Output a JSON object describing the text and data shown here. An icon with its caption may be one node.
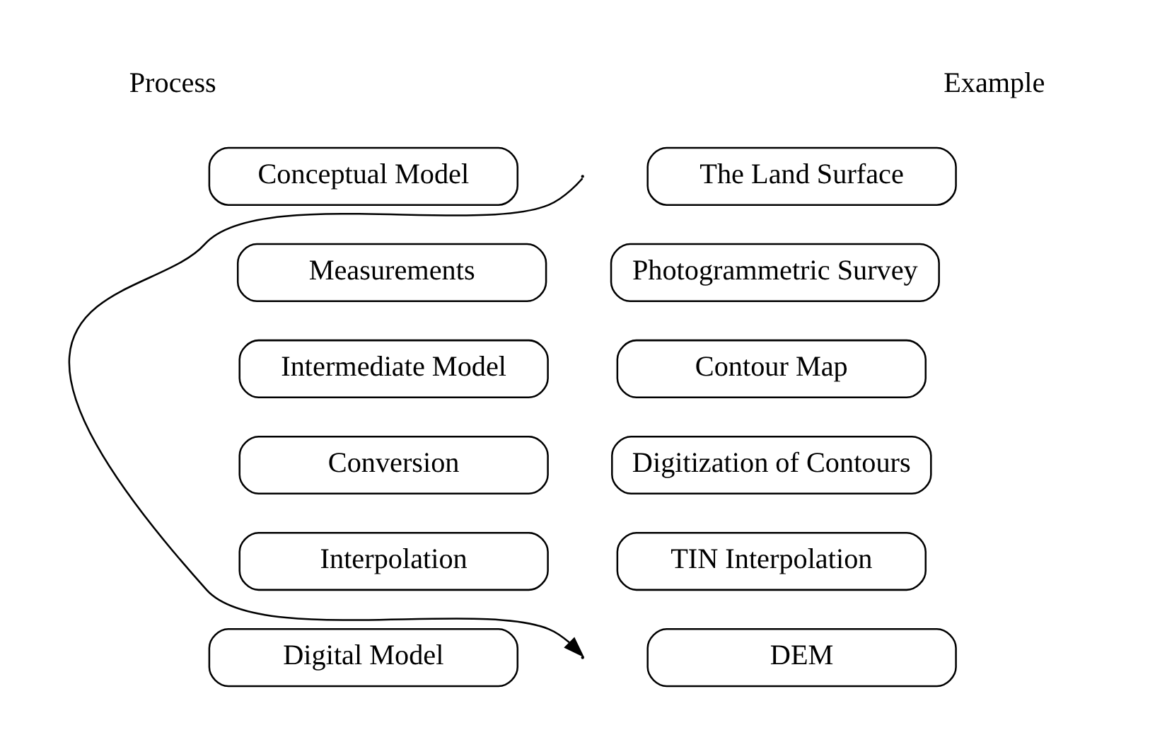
{
  "diagram": {
    "nodes": [
      {
        "text": [
          "Conceptual Model"
        ]
      },
      {
        "text": [
          "Measurements"
        ]
      },
      {
        "text": [
          "Intermediate Model"
        ]
      },
      {
        "text": [
          "Conversion"
        ]
      },
      {
        "text": [
          "Interpolation"
        ]
      },
      {
        "text": [
          "Digital Model"
        ]
      },
      {
        "text": [
          "The Land Surface"
        ]
      },
      {
        "text": [
          "Photogrammetric Survey"
        ]
      },
      {
        "text": [
          "Contour Map"
        ]
      },
      {
        "text": [
          "Digitization of Contours"
        ]
      },
      {
        "text": [
          "TIN Interpolation"
        ]
      },
      {
        "text": [
          "DEM"
        ]
      }
    ],
    "edges": [],
    "labels": [
      "Process",
      "Example"
    ]
  }
}
